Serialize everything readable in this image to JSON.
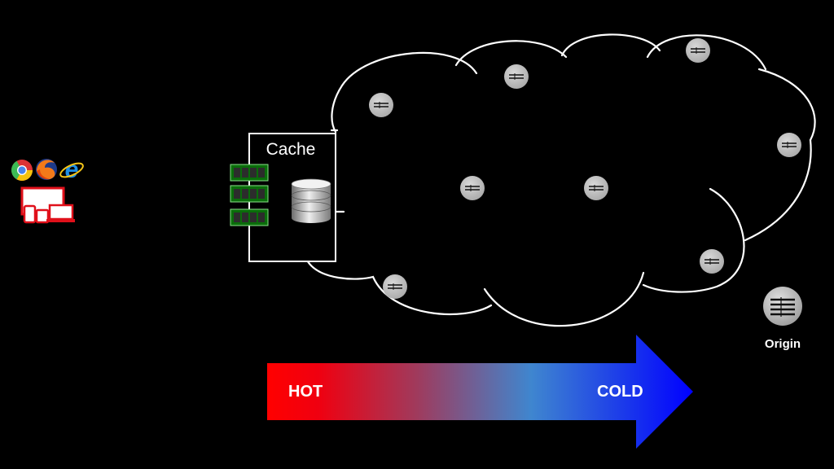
{
  "slide": {
    "background": "#000000",
    "cache_label": "Cache",
    "origin_label": "Origin",
    "gradient_arrow": {
      "hot_label": "HOT",
      "cold_label": "COLD",
      "hot_color": "#ff0000",
      "mid_color": "#3a7fd0",
      "cold_color": "#0000ff"
    },
    "browser_icons": [
      "chrome-icon",
      "firefox-icon",
      "internet-explorer-icon"
    ],
    "device_icons": [
      "desktop-monitor-icon",
      "phone-icon",
      "tablet-icon",
      "laptop-icon"
    ],
    "cache_icons": [
      "ram-module-icon",
      "database-icon"
    ],
    "cloud_nodes": [
      "edge-server-icon"
    ]
  }
}
